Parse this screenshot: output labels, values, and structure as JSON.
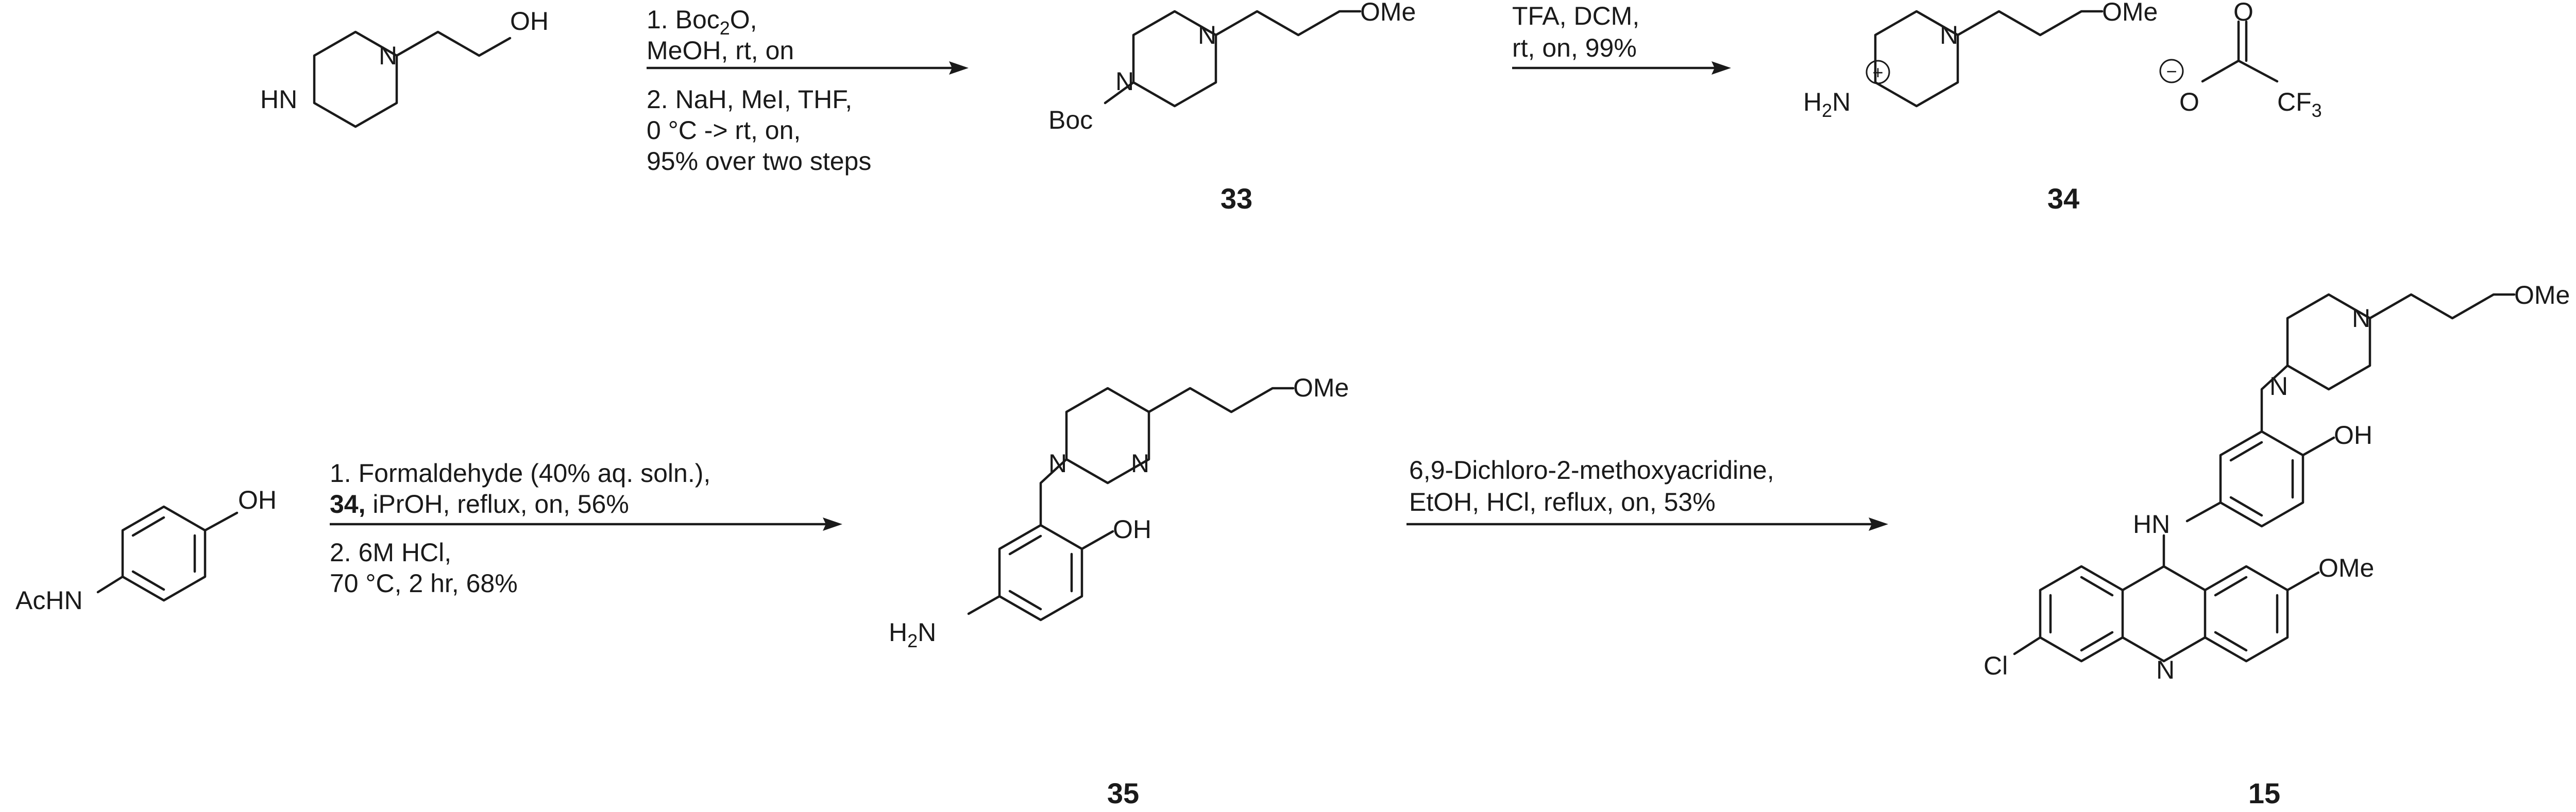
{
  "atoms": {
    "OH": "OH",
    "HN": "HN",
    "N": "N",
    "Boc": "Boc",
    "OMe": "OMe",
    "H2N": "H",
    "H2N_sub": "2",
    "H2N_N": "N",
    "CF3": "CF",
    "CF3_sub": "3",
    "O": "O",
    "AcHN": "AcHN",
    "Cl": "Cl",
    "plus": "+",
    "minus": "−"
  },
  "reaction1": {
    "line1_pre": "1. Boc",
    "line1_sub": "2",
    "line1_post": "O,",
    "line2": "MeOH, rt, on",
    "line3": "2. NaH, MeI, THF,",
    "line4": "0 °C -> rt, on,",
    "line5": "95% over two steps"
  },
  "reaction2": {
    "line1": "TFA, DCM,",
    "line2": "rt, on, 99%"
  },
  "reaction3": {
    "line1": "1. Formaldehyde (40% aq. soln.),",
    "line2_bold": "34,",
    "line2_rest": " iPrOH, reflux, on, 56%",
    "line3": "2. 6M HCl,",
    "line4": "70 °C, 2 hr, 68%"
  },
  "reaction4": {
    "line1": "6,9-Dichloro-2-methoxyacridine,",
    "line2": "EtOH, HCl, reflux, on, 53%"
  },
  "compounds": {
    "c33": "33",
    "c34": "34",
    "c35": "35",
    "c15": "15"
  }
}
